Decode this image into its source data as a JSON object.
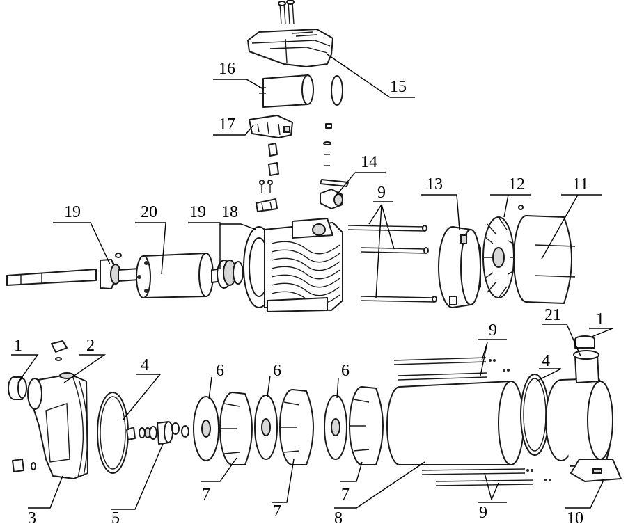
{
  "diagram": {
    "callouts": [
      {
        "id": "c1a",
        "text": "1"
      },
      {
        "id": "c2",
        "text": "2"
      },
      {
        "id": "c3",
        "text": "3"
      },
      {
        "id": "c4a",
        "text": "4"
      },
      {
        "id": "c5",
        "text": "5"
      },
      {
        "id": "c6a",
        "text": "6"
      },
      {
        "id": "c6b",
        "text": "6"
      },
      {
        "id": "c6c",
        "text": "6"
      },
      {
        "id": "c7a",
        "text": "7"
      },
      {
        "id": "c7b",
        "text": "7"
      },
      {
        "id": "c7c",
        "text": "7"
      },
      {
        "id": "c8",
        "text": "8"
      },
      {
        "id": "c9a",
        "text": "9"
      },
      {
        "id": "c9b",
        "text": "9"
      },
      {
        "id": "c9c",
        "text": "9"
      },
      {
        "id": "c10",
        "text": "10"
      },
      {
        "id": "c11",
        "text": "11"
      },
      {
        "id": "c12",
        "text": "12"
      },
      {
        "id": "c13",
        "text": "13"
      },
      {
        "id": "c14",
        "text": "14"
      },
      {
        "id": "c15",
        "text": "15"
      },
      {
        "id": "c16",
        "text": "16"
      },
      {
        "id": "c17",
        "text": "17"
      },
      {
        "id": "c18",
        "text": "18"
      },
      {
        "id": "c19a",
        "text": "19"
      },
      {
        "id": "c19b",
        "text": "19"
      },
      {
        "id": "c20",
        "text": "20"
      },
      {
        "id": "c21",
        "text": "21"
      },
      {
        "id": "c1b",
        "text": "1"
      },
      {
        "id": "c4b",
        "text": "4"
      }
    ]
  }
}
